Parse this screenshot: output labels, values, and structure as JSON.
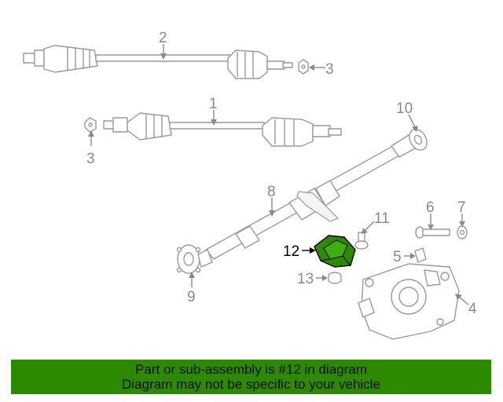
{
  "callouts": {
    "c1": "1",
    "c2": "2",
    "c3a": "3",
    "c3b": "3",
    "c4": "4",
    "c5": "5",
    "c6": "6",
    "c7": "7",
    "c8": "8",
    "c9": "9",
    "c10": "10",
    "c11": "11",
    "c12": "12",
    "c13": "13"
  },
  "highlight_color": "#2d8a00",
  "banner": {
    "line1": "Part or sub-assembly is #12 in diagram",
    "line2": "Diagram may not be specific to your vehicle"
  }
}
